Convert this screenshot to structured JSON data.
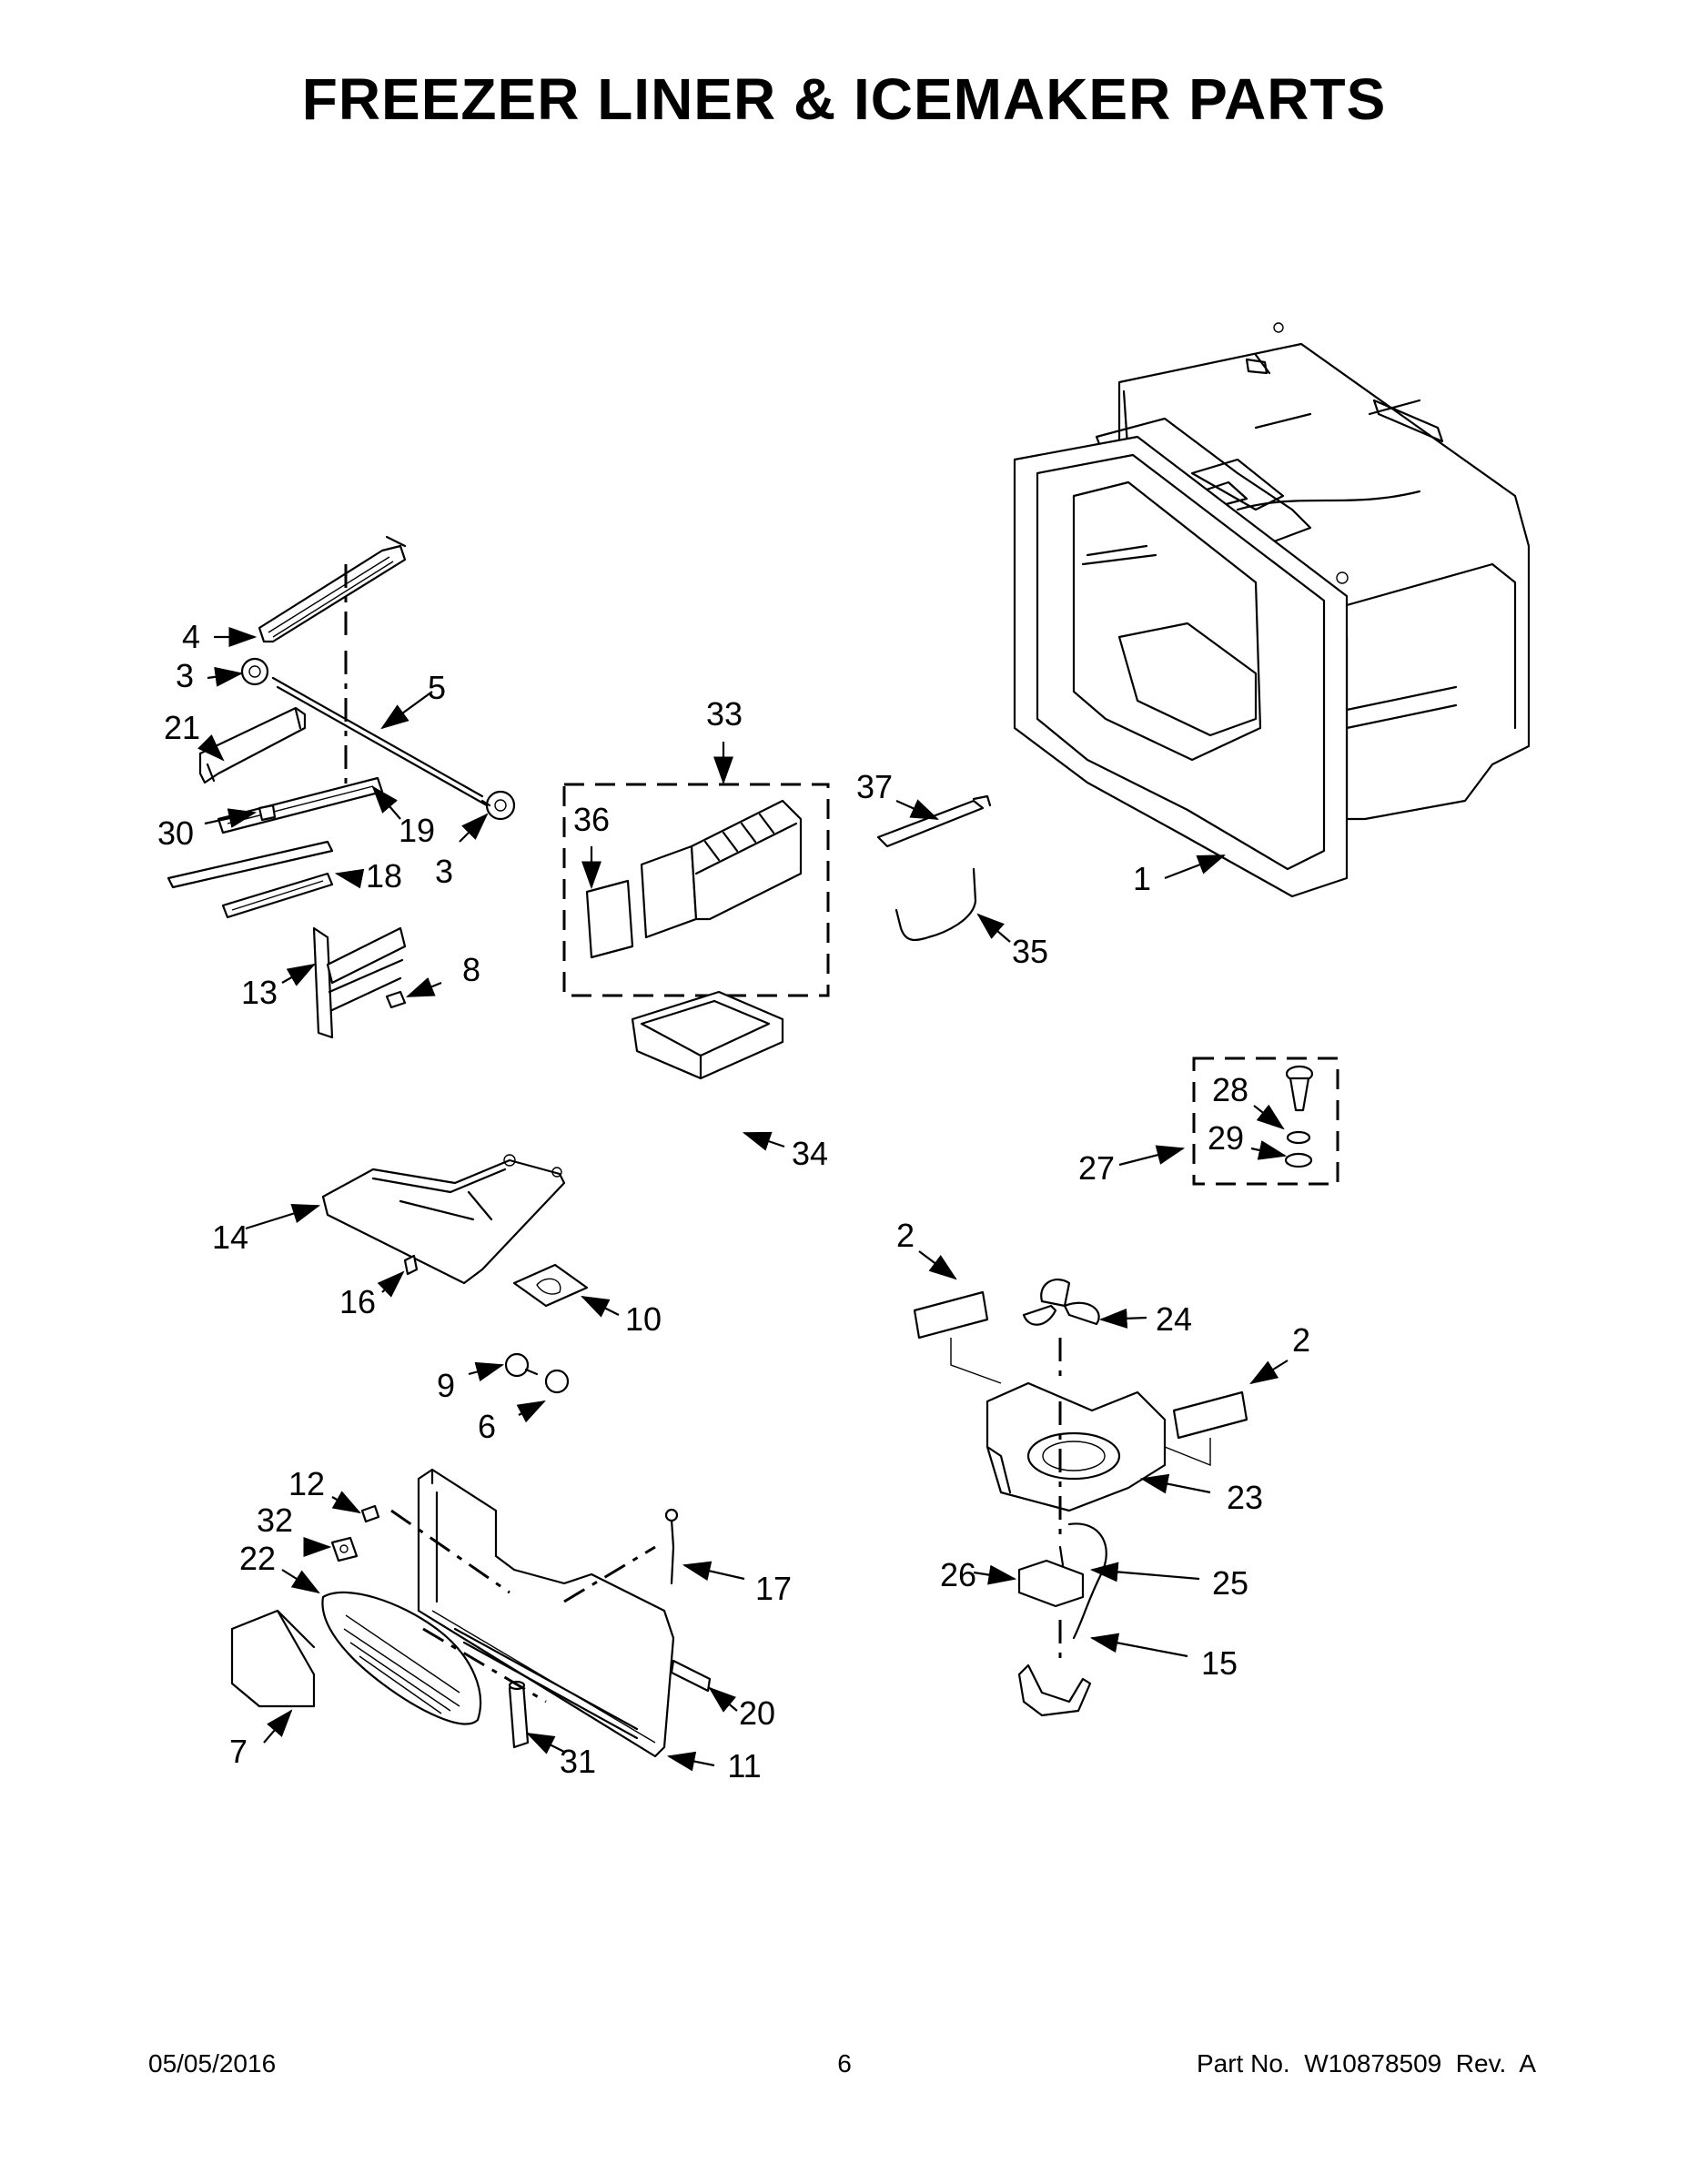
{
  "page": {
    "title": "FREEZER LINER & ICEMAKER PARTS",
    "footer_date": "05/05/2016",
    "footer_page": "6",
    "footer_part": "Part No.  W10878509  Rev.  A"
  },
  "callouts": [
    {
      "id": "c1",
      "label": "1"
    },
    {
      "id": "c2a",
      "label": "2"
    },
    {
      "id": "c2b",
      "label": "2"
    },
    {
      "id": "c3a",
      "label": "3"
    },
    {
      "id": "c3b",
      "label": "3"
    },
    {
      "id": "c4",
      "label": "4"
    },
    {
      "id": "c5",
      "label": "5"
    },
    {
      "id": "c6",
      "label": "6"
    },
    {
      "id": "c7",
      "label": "7"
    },
    {
      "id": "c8",
      "label": "8"
    },
    {
      "id": "c9",
      "label": "9"
    },
    {
      "id": "c10",
      "label": "10"
    },
    {
      "id": "c11",
      "label": "11"
    },
    {
      "id": "c12",
      "label": "12"
    },
    {
      "id": "c13",
      "label": "13"
    },
    {
      "id": "c14",
      "label": "14"
    },
    {
      "id": "c15",
      "label": "15"
    },
    {
      "id": "c16",
      "label": "16"
    },
    {
      "id": "c17",
      "label": "17"
    },
    {
      "id": "c18",
      "label": "18"
    },
    {
      "id": "c19",
      "label": "19"
    },
    {
      "id": "c20",
      "label": "20"
    },
    {
      "id": "c21",
      "label": "21"
    },
    {
      "id": "c22",
      "label": "22"
    },
    {
      "id": "c23",
      "label": "23"
    },
    {
      "id": "c24",
      "label": "24"
    },
    {
      "id": "c25",
      "label": "25"
    },
    {
      "id": "c26",
      "label": "26"
    },
    {
      "id": "c27",
      "label": "27"
    },
    {
      "id": "c28",
      "label": "28"
    },
    {
      "id": "c29",
      "label": "29"
    },
    {
      "id": "c30",
      "label": "30"
    },
    {
      "id": "c31",
      "label": "31"
    },
    {
      "id": "c32",
      "label": "32"
    },
    {
      "id": "c33",
      "label": "33"
    },
    {
      "id": "c34",
      "label": "34"
    },
    {
      "id": "c35",
      "label": "35"
    },
    {
      "id": "c36",
      "label": "36"
    },
    {
      "id": "c37",
      "label": "37"
    }
  ]
}
